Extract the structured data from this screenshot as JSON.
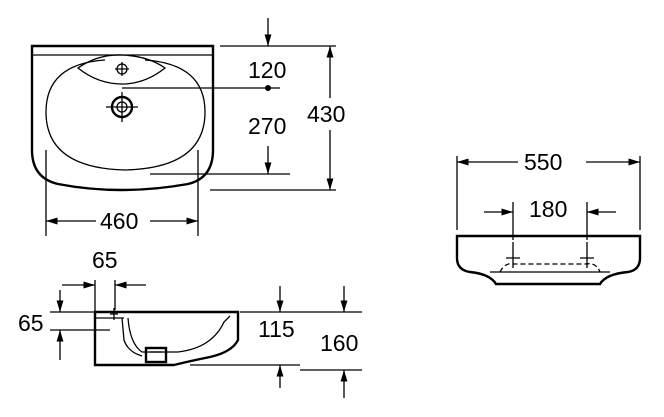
{
  "dimensions": {
    "top_view": {
      "tap_offset": "120",
      "drain_offset": "270",
      "depth": "430",
      "width": "460"
    },
    "front_view": {
      "overall_width": "550",
      "hole_spacing": "180"
    },
    "side_view": {
      "horizontal_offset": "65",
      "vertical_offset": "65",
      "bowl_depth": "115",
      "overall_height": "160"
    }
  }
}
